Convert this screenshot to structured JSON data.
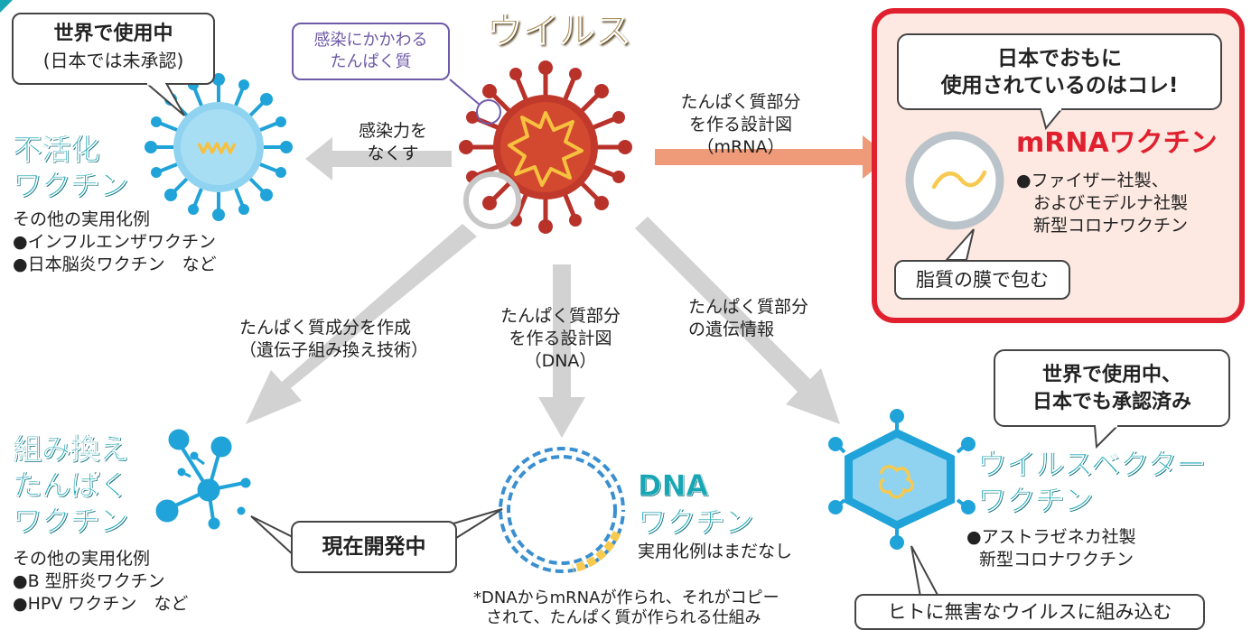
{
  "virus": {
    "title": "ウイルス",
    "callout_line1": "感染にかかわる",
    "callout_line2": "たんぱく質"
  },
  "inactivated": {
    "callout_line1": "世界で使用中",
    "callout_line2": "(日本では未承認)",
    "title_line1": "不活化",
    "title_line2": "ワクチン",
    "examples_header": "その他の実用化例",
    "examples": [
      "●インフルエンザワクチン",
      "●日本脳炎ワクチン　など"
    ],
    "arrow_line1": "感染力を",
    "arrow_line2": "なくす"
  },
  "mrna": {
    "arrow_line1": "たんぱく質部分",
    "arrow_line2": "を作る設計図",
    "arrow_line3": "（mRNA）",
    "box_line1": "日本でおもに",
    "box_line2": "使用されているのはコレ!",
    "title": "mRNAワクチン",
    "bullet_line1": "●ファイザー社製、",
    "bullet_line2": "およびモデルナ社製",
    "bullet_line3": "新型コロナワクチン",
    "membrane": "脂質の膜で包む"
  },
  "recombinant": {
    "arrow_line1": "たんぱく質成分を作成",
    "arrow_line2": "（遺伝子組み換え技術）",
    "title_line1": "組み換え",
    "title_line2": "たんぱく",
    "title_line3": "ワクチン",
    "examples_header": "その他の実用化例",
    "examples": [
      "●B 型肝炎ワクチン",
      "●HPV ワクチン　など"
    ]
  },
  "dna": {
    "arrow_line1": "たんぱく質部分",
    "arrow_line2": "を作る設計図",
    "arrow_line3": "（DNA）",
    "title_line1": "DNA",
    "title_line2": "ワクチン",
    "status": "実用化例はまだなし",
    "footnote_line1": "*DNAからmRNAが作られ、それがコピー",
    "footnote_line2": "されて、たんぱく質が作られる仕組み"
  },
  "in_development": "現在開発中",
  "vector": {
    "arrow_line1": "たんぱく質部分",
    "arrow_line2": "の遺伝情報",
    "callout_line1": "世界で使用中、",
    "callout_line2": "日本でも承認済み",
    "title_line1": "ウイルスベクター",
    "title_line2": "ワクチン",
    "bullet_line1": "●アストラゼネカ社製",
    "bullet_line2": "新型コロナワクチン",
    "bottom_callout": "ヒトに無害なウイルスに組み込む"
  },
  "colors": {
    "teal": "#18a6b4",
    "red": "#e0202e",
    "virus": "#b8322a",
    "arrow_gray": "#d2d2d2",
    "arrow_orange": "#ef9a78"
  }
}
